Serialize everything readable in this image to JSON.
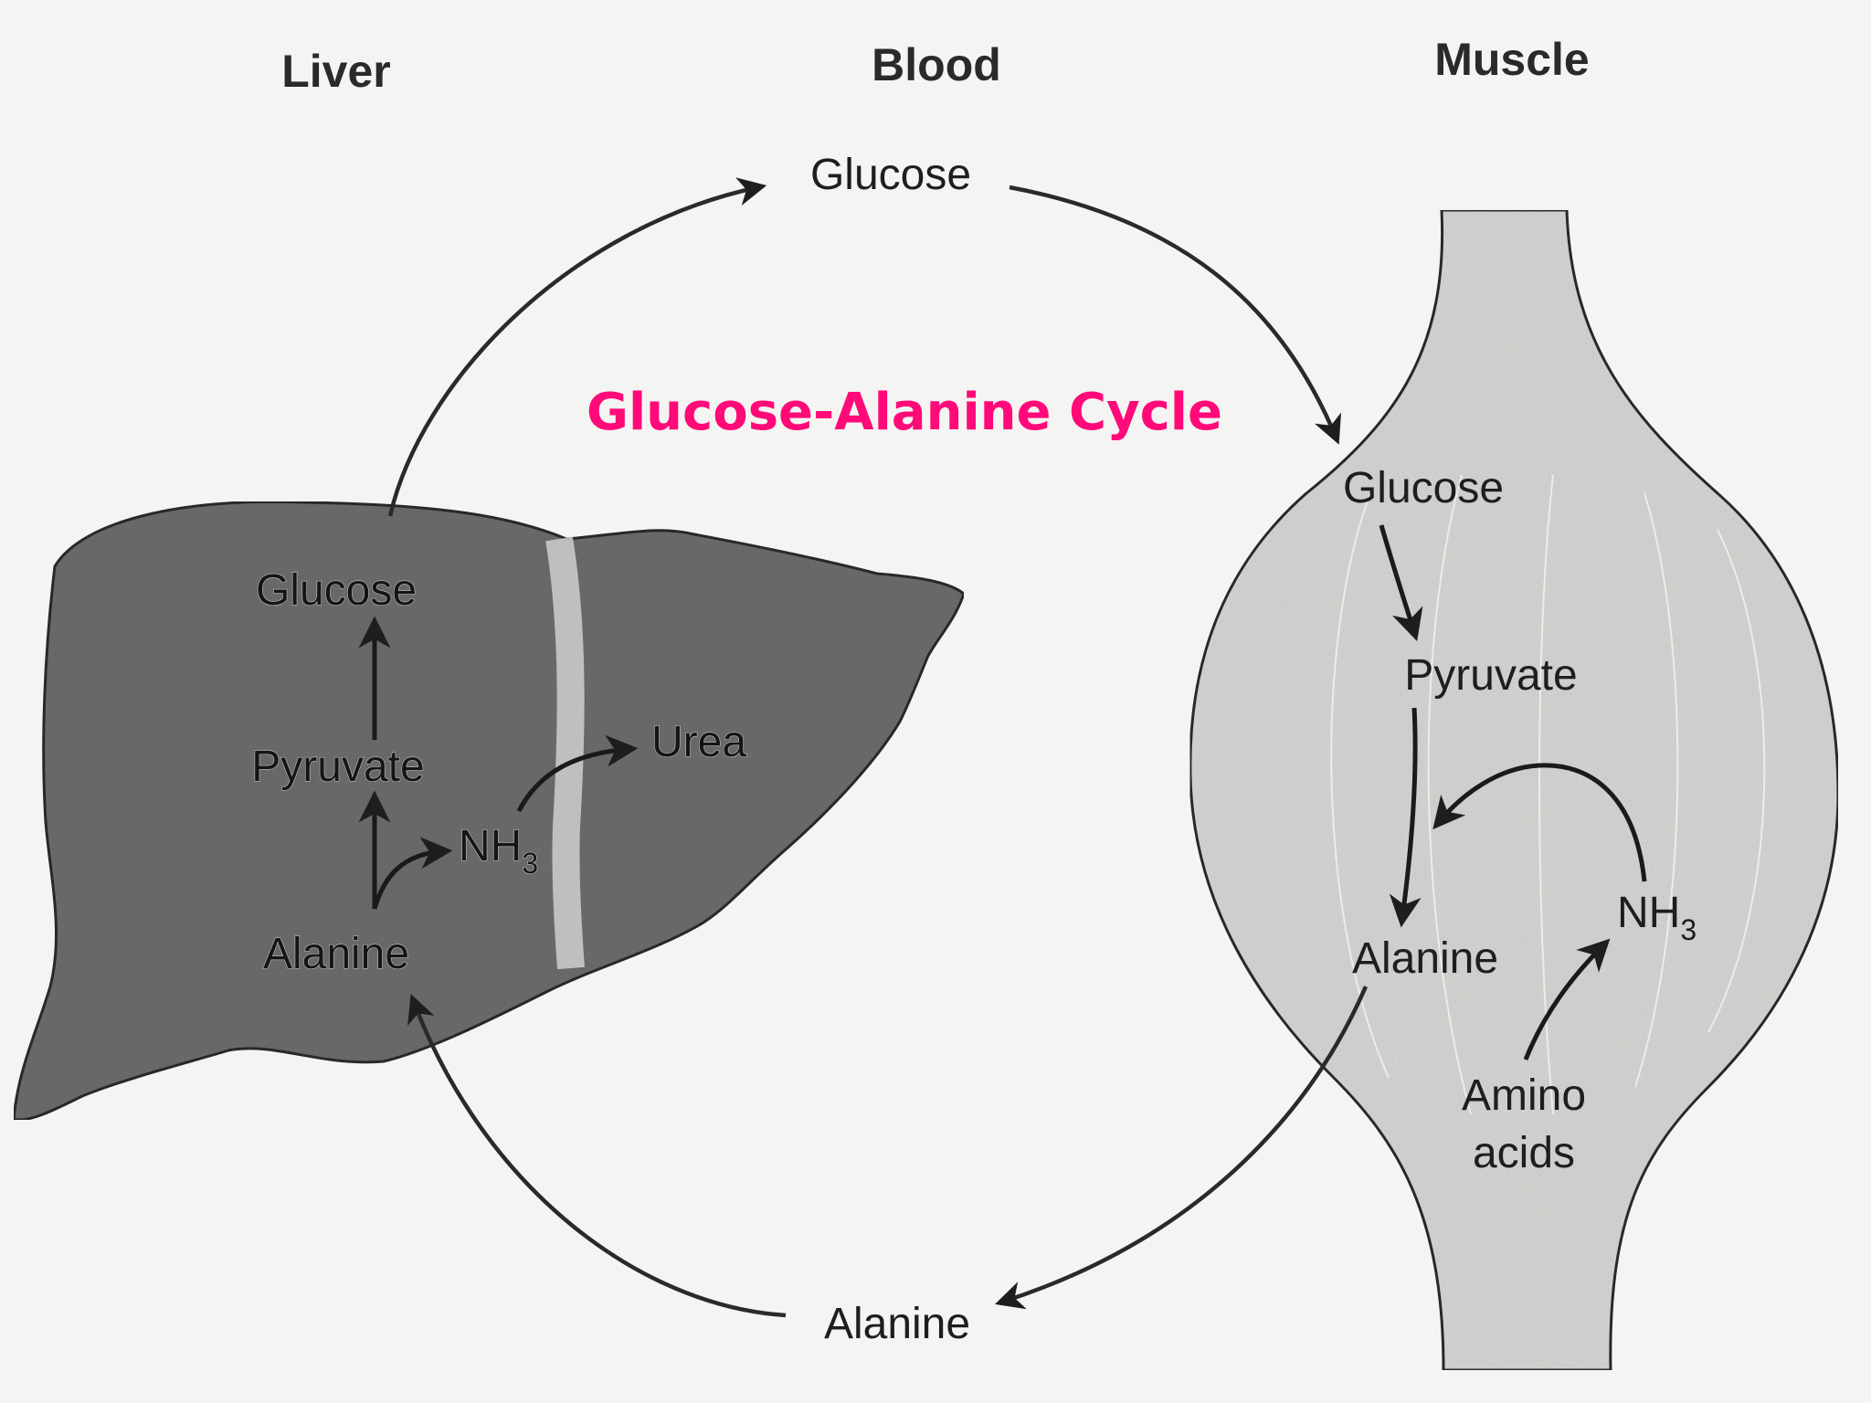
{
  "headers": {
    "liver": "Liver",
    "blood": "Blood",
    "muscle": "Muscle"
  },
  "title": "Glucose-Alanine Cycle",
  "blood": {
    "glucose": "Glucose",
    "alanine": "Alanine"
  },
  "liver": {
    "glucose": "Glucose",
    "pyruvate": "Pyruvate",
    "alanine": "Alanine",
    "nh3_base": "NH",
    "nh3_sub": "3",
    "urea": "Urea"
  },
  "muscle": {
    "glucose": "Glucose",
    "pyruvate": "Pyruvate",
    "alanine": "Alanine",
    "nh3_base": "NH",
    "nh3_sub": "3",
    "amino_line1": "Amino",
    "amino_line2": "acids"
  },
  "colors": {
    "title": "#ff0a78",
    "liver_fill": "#6e6e6e",
    "muscle_fill": "#d9d9d7",
    "background": "#f4f4f2"
  }
}
